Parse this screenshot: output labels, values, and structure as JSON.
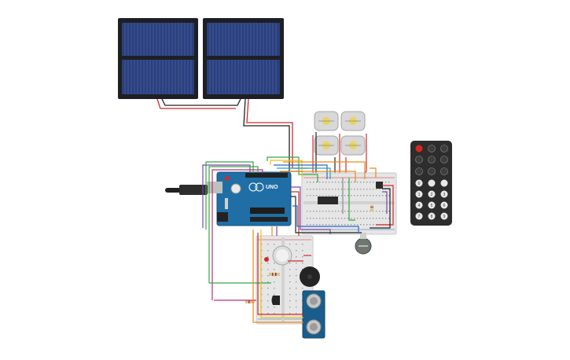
{
  "canvas": {
    "background": "#ffffff"
  },
  "solar_panels": {
    "count": 2,
    "cell_color": "#2b3f7a",
    "frame_color": "#1d1f24"
  },
  "arduino": {
    "logo_text": "UNO",
    "board_color": "#1f6fa6"
  },
  "breadboard_main": {
    "color": "#e6e6e6"
  },
  "breadboard_lower": {
    "color": "#e6e6e6"
  },
  "motors": {
    "count": 4,
    "body_color": "#d8d8d8"
  },
  "ir_remote": {
    "body_color": "#2d2d2d",
    "power_color": "#d8261f",
    "digit_labels": [
      "0",
      "1",
      "2",
      "3",
      "4",
      "5",
      "6",
      "7",
      "8",
      "9"
    ]
  },
  "ultrasonic_sensor": {
    "board_color": "#1a5d8c"
  },
  "wire_colors": {
    "red": "#d12b2b",
    "black": "#222222",
    "green": "#3aa447",
    "yellow": "#e7c318",
    "orange": "#e98a1b",
    "purple": "#7a46a8",
    "blue": "#2e67c9",
    "magenta": "#b8317a",
    "cyan": "#23a6c4",
    "gray": "#8c8c8c"
  }
}
